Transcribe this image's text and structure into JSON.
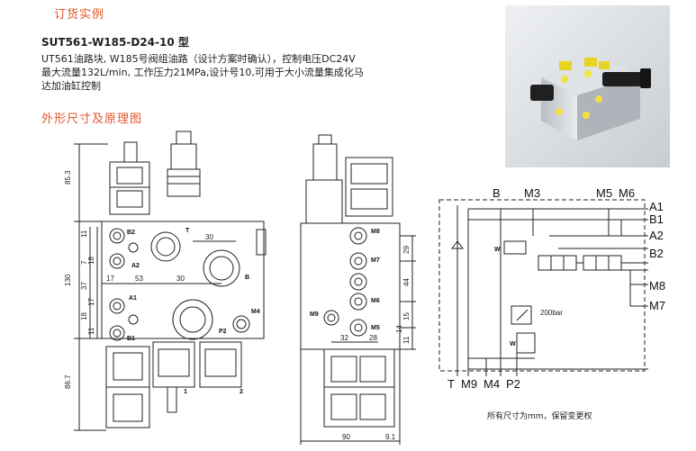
{
  "header": {
    "order_title": "订货实例",
    "model": "SUT561-W185-D24-10 型",
    "description_lines": [
      "UT561油路块, W185号阀组油路（设计方案时确认），控制电压DC24V",
      "最大流量132L/min, 工作压力21MPa,设计号10,可用于大小流量集成化马",
      "达加油缸控制"
    ],
    "drawing_title": "外形尺寸及原理图"
  },
  "front_view": {
    "dims_left": [
      "85.3",
      "130",
      "86.7"
    ],
    "dims_left_inner": [
      "11",
      "7",
      "18",
      "37",
      "17",
      "18",
      "11"
    ],
    "dims_top": [
      "17",
      "53",
      "30",
      "30"
    ],
    "ports": [
      "B2",
      "A2",
      "T",
      "B",
      "A1",
      "B1",
      "M4",
      "P2"
    ],
    "solenoid_marks": [
      "1",
      "2"
    ]
  },
  "side_view": {
    "ports": [
      "M8",
      "M7",
      "M6",
      "M5",
      "M9"
    ],
    "dims_right": [
      "29",
      "44",
      "15",
      "14",
      "11"
    ],
    "dims_bottom_small": [
      "32",
      "28"
    ],
    "dims_bottom": [
      "90",
      "9.1"
    ]
  },
  "schematic": {
    "top_labels": [
      "B",
      "M3",
      "M5",
      "M6"
    ],
    "right_labels": [
      "A1",
      "B1",
      "A2",
      "B2",
      "M8",
      "M7"
    ],
    "bottom_labels": [
      "T",
      "M9",
      "M4",
      "P2"
    ],
    "pressure_label": "200bar",
    "valve_mark": "W"
  },
  "footer": {
    "note": "所有尺寸为mm，保留变更权"
  }
}
